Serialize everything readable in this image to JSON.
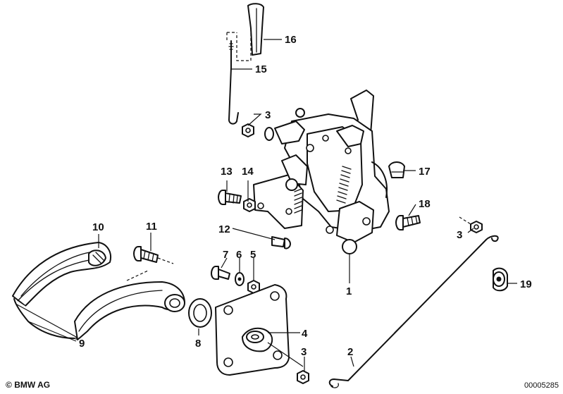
{
  "callouts": {
    "c1": "1",
    "c2": "2",
    "c3a": "3",
    "c3b": "3",
    "c3c": "3",
    "c4": "4",
    "c5": "5",
    "c6": "6",
    "c7": "7",
    "c8": "8",
    "c9": "9",
    "c10": "10",
    "c11": "11",
    "c12": "12",
    "c13": "13",
    "c14": "14",
    "c15": "15",
    "c16": "16",
    "c17": "17",
    "c18": "18",
    "c19": "19"
  },
  "footer": {
    "copyright_symbol": "©",
    "copyright": "BMW AG",
    "image_number": "00005285"
  }
}
